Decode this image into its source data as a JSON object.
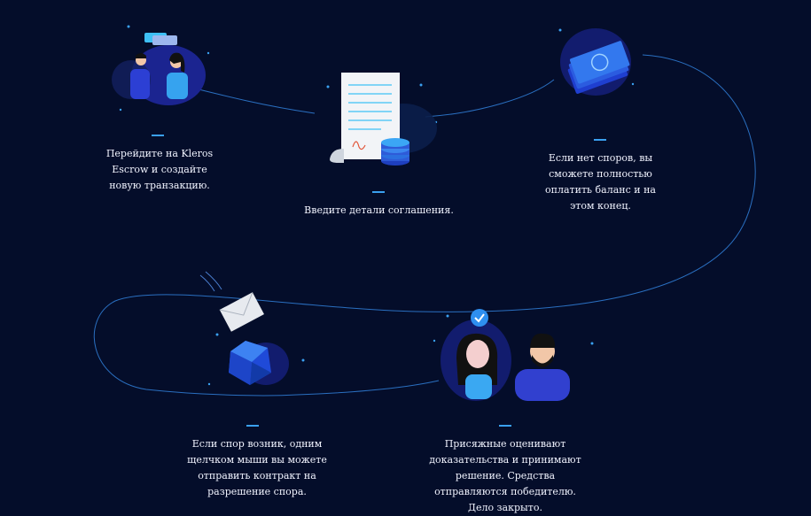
{
  "colors": {
    "background": "#040d2a",
    "accent": "#3aa0f0",
    "blue_dark": "#1b2a9a",
    "blue_mid": "#2e5bd8",
    "blue_light": "#3ec0f5"
  },
  "steps": [
    {
      "icon": "couple-icon",
      "caption": "Перейдите на Kleros Escrow и создайте новую транзакцию."
    },
    {
      "icon": "contract-icon",
      "caption": "Введите детали соглашения."
    },
    {
      "icon": "money-icon",
      "caption": "Если нет споров, вы сможете полностью оплатить баланс и на этом конец."
    },
    {
      "icon": "envelope-crystal-icon",
      "caption": "Если спор возник, одним щелчком мыши вы можете отправить контракт на разрешение спора."
    },
    {
      "icon": "jurors-icon",
      "caption": "Присяжные оценивают доказательства и принимают решение. Средства отправляются победителю. Дело закрыто."
    }
  ]
}
